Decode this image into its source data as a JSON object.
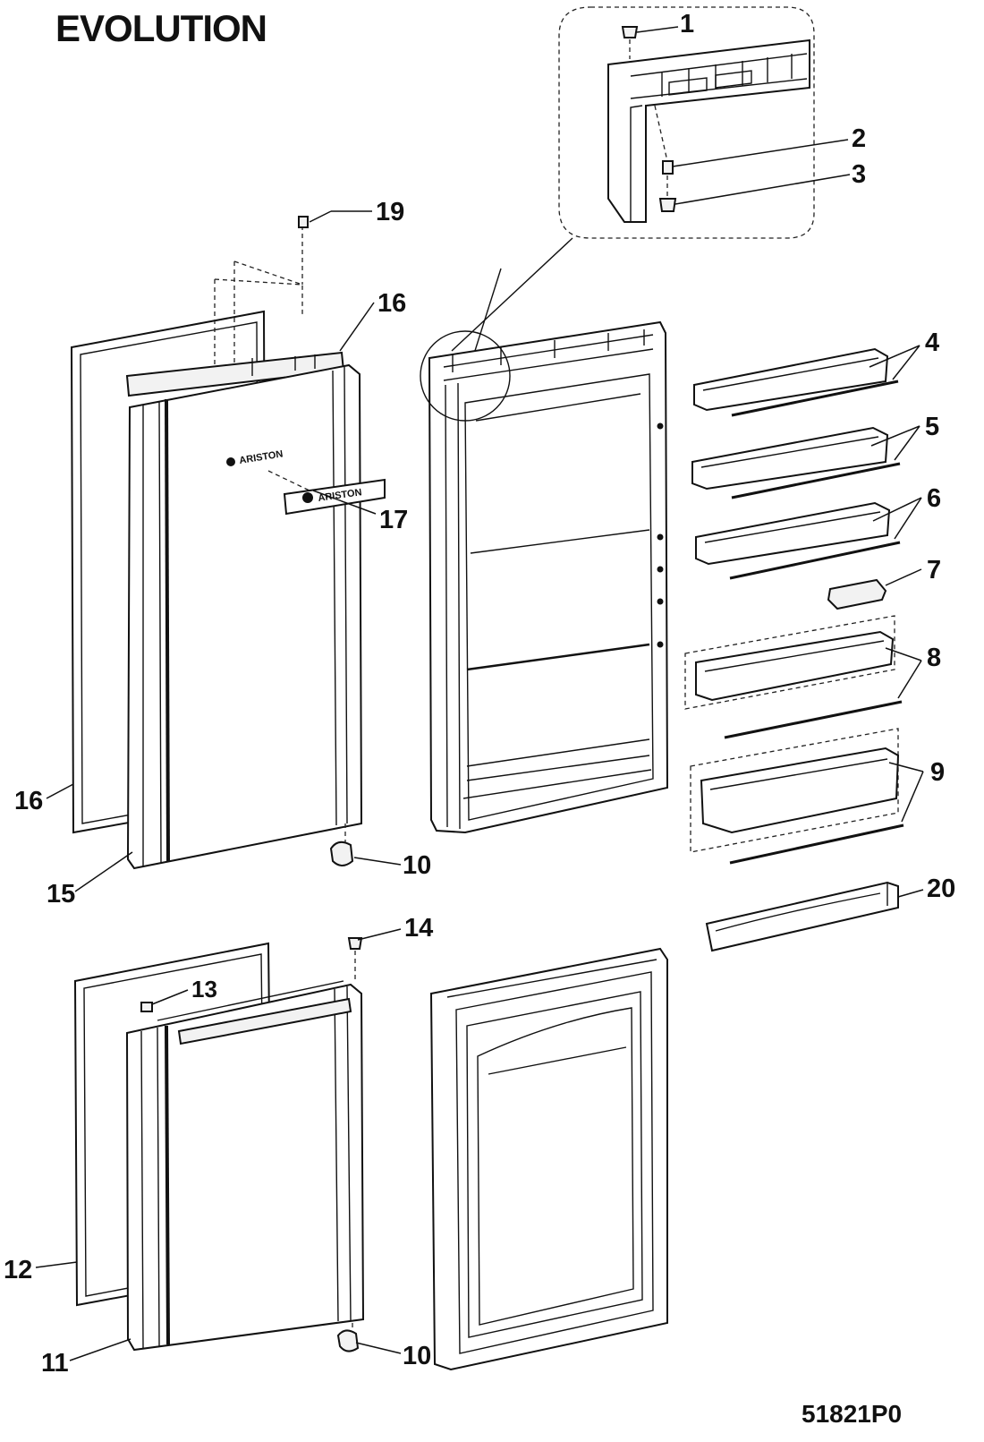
{
  "title": "EVOLUTION",
  "drawing_code": "51821P0",
  "brand_logo": "ARISTON",
  "callouts": [
    "1",
    "2",
    "3",
    "4",
    "5",
    "6",
    "7",
    "8",
    "9",
    "10",
    "10",
    "11",
    "12",
    "13",
    "14",
    "15",
    "16",
    "16",
    "17",
    "19",
    "20"
  ]
}
